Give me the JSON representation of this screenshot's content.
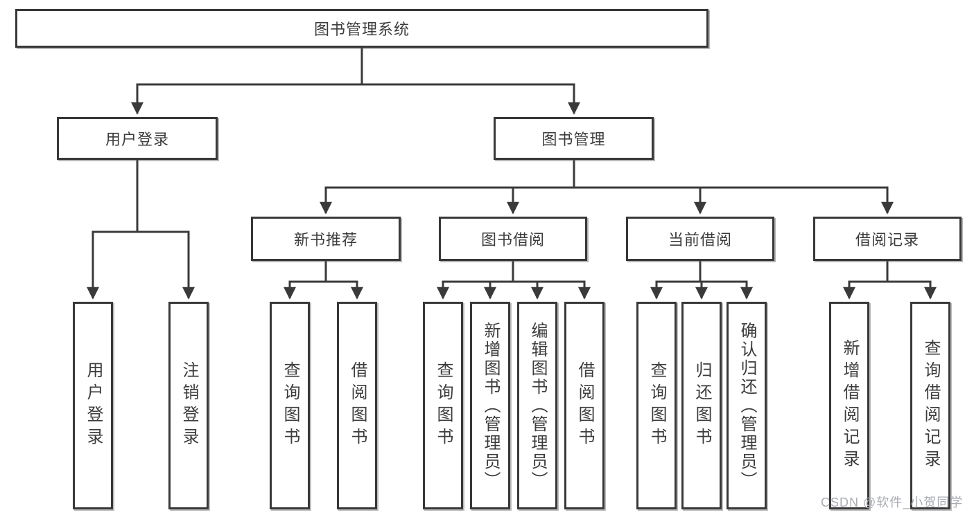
{
  "diagram": {
    "root": {
      "label": "图书管理系统"
    },
    "branches": [
      {
        "label": "用户登录",
        "children": [
          {
            "label": "用户登录"
          },
          {
            "label": "注销登录"
          }
        ]
      },
      {
        "label": "图书管理",
        "children": [
          {
            "label": "新书推荐",
            "children": [
              {
                "label": "查询图书"
              },
              {
                "label": "借阅图书"
              }
            ]
          },
          {
            "label": "图书借阅",
            "children": [
              {
                "label": "查询图书"
              },
              {
                "label": "新增图书（管理员）"
              },
              {
                "label": "编辑图书（管理员）"
              },
              {
                "label": "借阅图书"
              }
            ]
          },
          {
            "label": "当前借阅",
            "children": [
              {
                "label": "查询图书"
              },
              {
                "label": "归还图书"
              },
              {
                "label": "确认归还（管理员）"
              }
            ]
          },
          {
            "label": "借阅记录",
            "children": [
              {
                "label": "新增借阅记录"
              },
              {
                "label": "查询借阅记录"
              }
            ]
          }
        ]
      }
    ]
  },
  "watermark": {
    "text": "CSDN @软件_小贺同学"
  },
  "colors": {
    "line": "#3a3a3a",
    "border": "#383838",
    "text": "#3c3c3c",
    "watermark": "#a9acb3",
    "background": "#ffffff"
  }
}
